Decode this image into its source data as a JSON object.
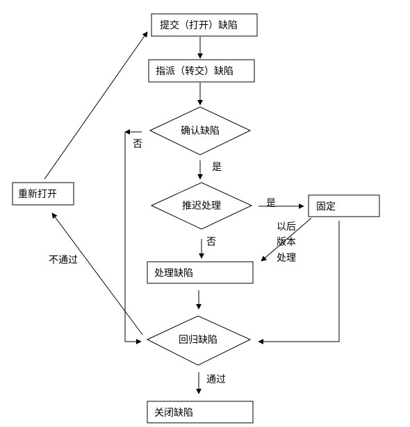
{
  "nodes": {
    "submit": "提交（打开）缺陷",
    "assign": "指派（转交）缺陷",
    "confirm": "确认缺陷",
    "defer": "推迟处理",
    "fixed": "固定",
    "process": "处理缺陷",
    "regress": "回归缺陷",
    "reopen": "重新打开",
    "close": "关闭缺陷"
  },
  "edge_labels": {
    "confirm_no": "否",
    "confirm_yes": "是",
    "defer_yes": "是",
    "defer_no": "否",
    "later_1": "以后",
    "later_2": "版本",
    "later_3": "处理",
    "not_pass": "不通过",
    "pass": "通过"
  }
}
